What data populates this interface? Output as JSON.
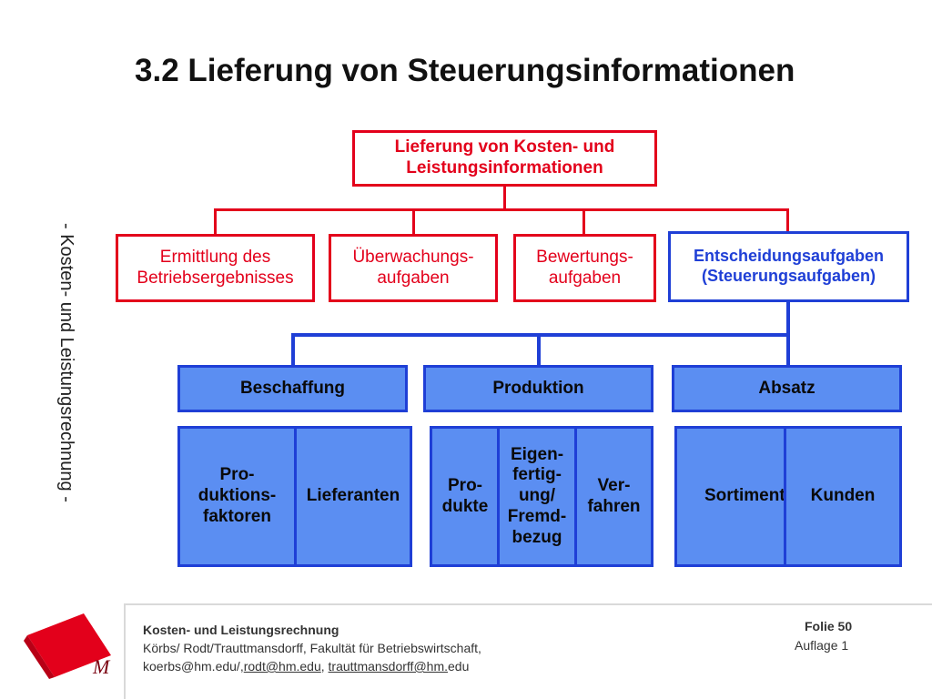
{
  "slide": {
    "title": "3.2 Lieferung von Steuerungsinformationen",
    "side_label": "- Kosten- und Leistungsrechnung -"
  },
  "diagram": {
    "root": "Lieferung von Kosten- und\nLeistungsinformationen",
    "tasks": [
      "Ermittlung des\nBetriebsergebnisses",
      "Überwachungs-\naufgaben",
      "Bewertungs-\naufgaben",
      "Entscheidungsaufgaben\n(Steuerungsaufgaben)"
    ],
    "areas": [
      "Beschaffung",
      "Produktion",
      "Absatz"
    ],
    "beschaffung_items": [
      "Pro-\nduktions-\nfaktoren",
      "Lieferanten"
    ],
    "produktion_items": [
      "Pro-\ndukte",
      "Eigen-\nfertig-\nung/\nFremd-\nbezug",
      "Ver-\nfahren"
    ],
    "absatz_items": [
      "Sortiment",
      "Kunden"
    ]
  },
  "footer": {
    "course": "Kosten- und Leistungsrechnung",
    "authors": "Körbs/ Rodt/Trauttmansdorff, Fakultät für Betriebswirtschaft,",
    "email_1": "koerbs@hm.edu/,",
    "email_2": "rodt@hm.edu",
    "separator": ", ",
    "email_3": "trauttmansdorff@hm.",
    "email_3_suffix": "edu",
    "slide_no": "Folie 50",
    "edition": "Auflage 1",
    "logo_letter": "M"
  },
  "colors": {
    "red": "#e3001b",
    "blue": "#1f3fd6",
    "box_fill": "#5b8ef2"
  }
}
